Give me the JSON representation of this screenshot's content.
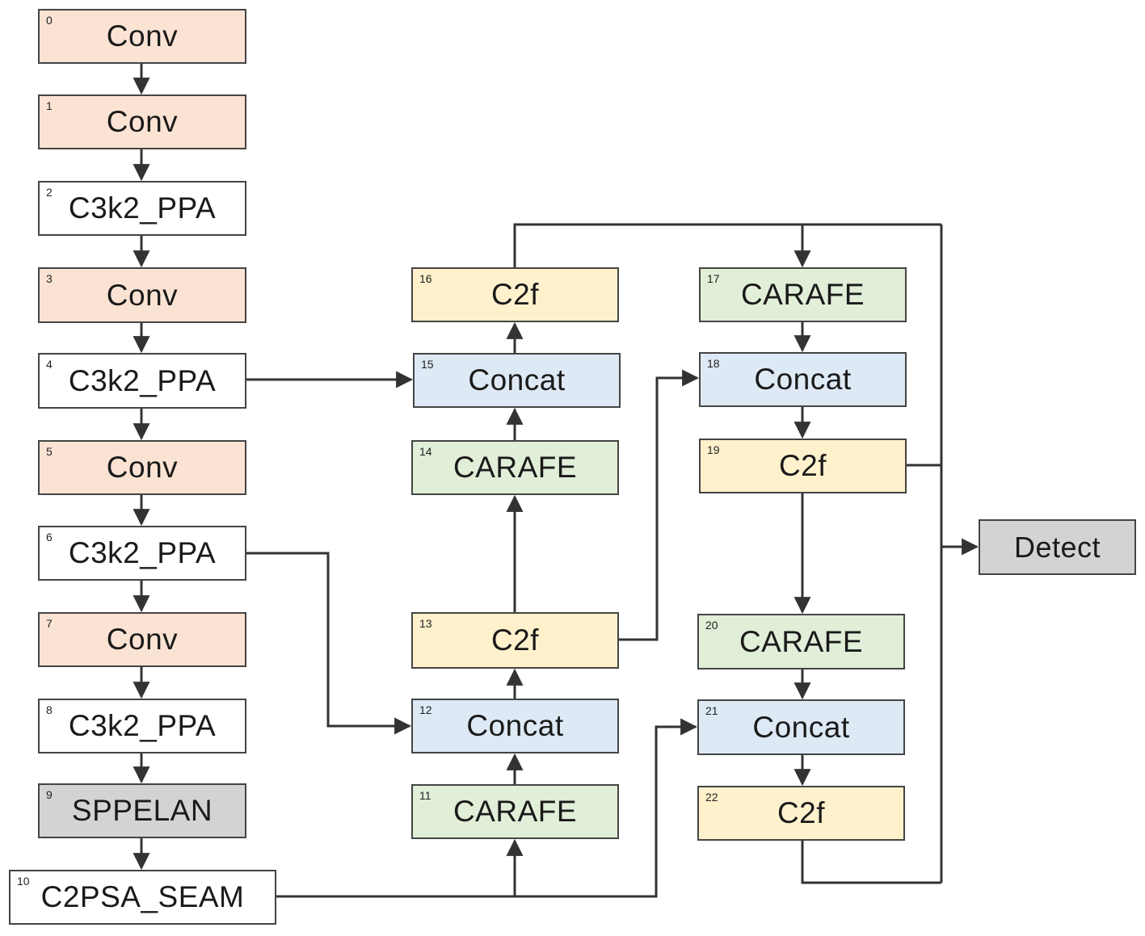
{
  "colors": {
    "conv": "#fbe3d4",
    "plain": "#ffffff",
    "gray": "#d4d3d3",
    "concat": "#dde9f5",
    "carafe": "#e1eed8",
    "c2f": "#fff1cc",
    "line": "#333333"
  },
  "nodes": [
    {
      "id": "n0",
      "index": "0",
      "label": "Conv",
      "fill": "conv"
    },
    {
      "id": "n1",
      "index": "1",
      "label": "Conv",
      "fill": "conv"
    },
    {
      "id": "n2",
      "index": "2",
      "label": "C3k2_PPA",
      "fill": "plain"
    },
    {
      "id": "n3",
      "index": "3",
      "label": "Conv",
      "fill": "conv"
    },
    {
      "id": "n4",
      "index": "4",
      "label": "C3k2_PPA",
      "fill": "plain"
    },
    {
      "id": "n5",
      "index": "5",
      "label": "Conv",
      "fill": "conv"
    },
    {
      "id": "n6",
      "index": "6",
      "label": "C3k2_PPA",
      "fill": "plain"
    },
    {
      "id": "n7",
      "index": "7",
      "label": "Conv",
      "fill": "conv"
    },
    {
      "id": "n8",
      "index": "8",
      "label": "C3k2_PPA",
      "fill": "plain"
    },
    {
      "id": "n9",
      "index": "9",
      "label": "SPPELAN",
      "fill": "gray"
    },
    {
      "id": "n10",
      "index": "10",
      "label": "C2PSA_SEAM",
      "fill": "plain"
    },
    {
      "id": "n11",
      "index": "11",
      "label": "CARAFE",
      "fill": "carafe"
    },
    {
      "id": "n12",
      "index": "12",
      "label": "Concat",
      "fill": "concat"
    },
    {
      "id": "n13",
      "index": "13",
      "label": "C2f",
      "fill": "c2f"
    },
    {
      "id": "n14",
      "index": "14",
      "label": "CARAFE",
      "fill": "carafe"
    },
    {
      "id": "n15",
      "index": "15",
      "label": "Concat",
      "fill": "concat"
    },
    {
      "id": "n16",
      "index": "16",
      "label": "C2f",
      "fill": "c2f"
    },
    {
      "id": "n17",
      "index": "17",
      "label": "CARAFE",
      "fill": "carafe"
    },
    {
      "id": "n18",
      "index": "18",
      "label": "Concat",
      "fill": "concat"
    },
    {
      "id": "n19",
      "index": "19",
      "label": "C2f",
      "fill": "c2f"
    },
    {
      "id": "n20",
      "index": "20",
      "label": "CARAFE",
      "fill": "carafe"
    },
    {
      "id": "n21",
      "index": "21",
      "label": "Concat",
      "fill": "concat"
    },
    {
      "id": "n22",
      "index": "22",
      "label": "C2f",
      "fill": "c2f"
    },
    {
      "id": "det",
      "index": "",
      "label": "Detect",
      "fill": "gray"
    }
  ],
  "edges": [
    {
      "from": "0",
      "to": "1"
    },
    {
      "from": "1",
      "to": "2"
    },
    {
      "from": "2",
      "to": "3"
    },
    {
      "from": "3",
      "to": "4"
    },
    {
      "from": "4",
      "to": "5"
    },
    {
      "from": "5",
      "to": "6"
    },
    {
      "from": "6",
      "to": "7"
    },
    {
      "from": "7",
      "to": "8"
    },
    {
      "from": "8",
      "to": "9"
    },
    {
      "from": "9",
      "to": "10"
    },
    {
      "from": "10",
      "to": "11"
    },
    {
      "from": "10",
      "to": "21"
    },
    {
      "from": "11",
      "to": "12"
    },
    {
      "from": "6",
      "to": "12"
    },
    {
      "from": "12",
      "to": "13"
    },
    {
      "from": "13",
      "to": "14"
    },
    {
      "from": "13",
      "to": "18"
    },
    {
      "from": "14",
      "to": "15"
    },
    {
      "from": "4",
      "to": "15"
    },
    {
      "from": "15",
      "to": "16"
    },
    {
      "from": "16",
      "to": "17"
    },
    {
      "from": "17",
      "to": "18"
    },
    {
      "from": "18",
      "to": "19"
    },
    {
      "from": "19",
      "to": "20"
    },
    {
      "from": "20",
      "to": "21"
    },
    {
      "from": "21",
      "to": "22"
    },
    {
      "from": "16",
      "to": "Detect"
    },
    {
      "from": "19",
      "to": "Detect"
    },
    {
      "from": "22",
      "to": "Detect"
    }
  ]
}
